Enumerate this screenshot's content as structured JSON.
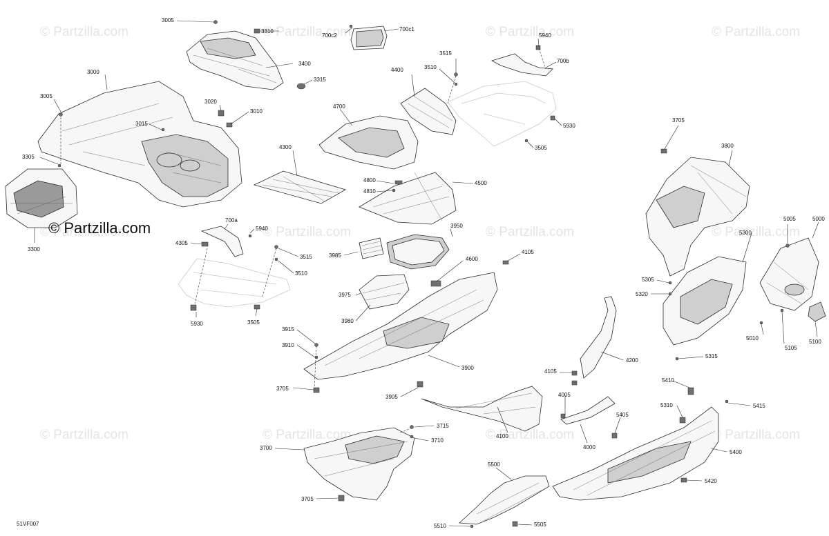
{
  "watermark_text": "© Partzilla.com",
  "brand_text": "© Partzilla.com",
  "drawing_code": "51VF007",
  "callouts": [
    "3005",
    "3310",
    "700c2",
    "700c1",
    "5940",
    "3000",
    "3400",
    "3515",
    "700b",
    "3005",
    "3020",
    "3315",
    "4400",
    "3510",
    "3010",
    "4700",
    "5930",
    "3015",
    "3505",
    "3705",
    "3305",
    "4300",
    "3800",
    "4800",
    "4810",
    "4500",
    "3300",
    "700a",
    "5940",
    "3950",
    "5005",
    "5000",
    "4305",
    "3515",
    "3985",
    "4105",
    "5300",
    "3510",
    "4600",
    "3975",
    "5305",
    "5320",
    "5930",
    "3505",
    "3980",
    "5010",
    "5100",
    "3915",
    "5105",
    "3910",
    "3900",
    "4200",
    "5315",
    "4105",
    "3705",
    "4005",
    "5410",
    "3905",
    "5310",
    "5415",
    "4100",
    "5405",
    "3715",
    "4000",
    "3710",
    "3700",
    "5400",
    "5500",
    "3705",
    "5420",
    "5510",
    "5505"
  ]
}
